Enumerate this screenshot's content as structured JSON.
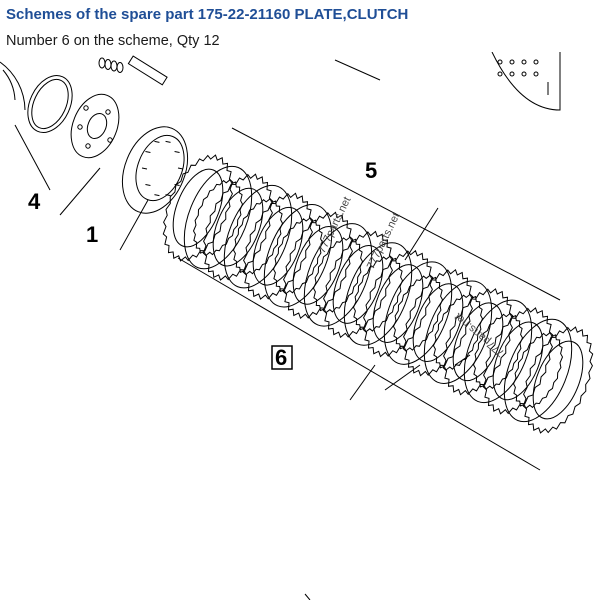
{
  "header": {
    "title": "Schemes of the spare part 175-22-21160 PLATE,CLUTCH",
    "subtitle": "Number 6 on the scheme, Qty 12"
  },
  "scheme": {
    "callouts": {
      "c1": "1",
      "c4": "4",
      "c5": "5",
      "c6": "6"
    },
    "watermarks": {
      "w1": "777parts.net",
      "w2": "777parts.net",
      "w3": "777parts.net"
    }
  }
}
